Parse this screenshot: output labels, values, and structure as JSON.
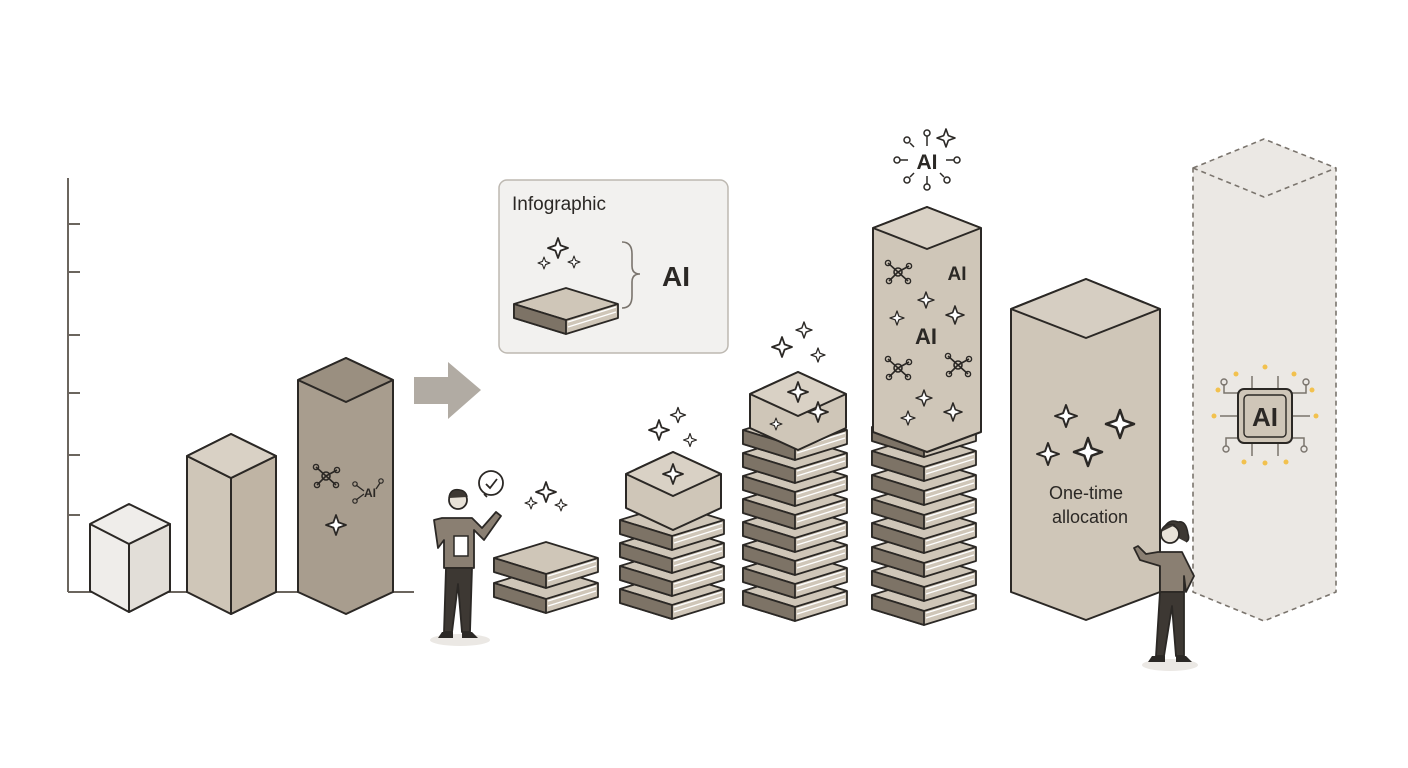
{
  "legend_box": {
    "title": "Infographic",
    "ai_text": "AI"
  },
  "columns": {
    "stack5": {
      "labels": [
        "AI",
        "AI"
      ]
    },
    "tower_solid": {
      "label_line1": "One-time",
      "label_line2": "allocation"
    },
    "chip": {
      "label": "AI"
    }
  },
  "crown_label": "AI",
  "bar3_badge": "AI",
  "colors": {
    "outline": "#2b2825",
    "light": "#efedea",
    "sand": "#cfc6b8",
    "taupe": "#a89d8e",
    "dark": "#7d7366",
    "ghost": "#ebe8e4",
    "glow": "#f2c14e"
  },
  "icons": [
    "sparkle-icon",
    "network-icon",
    "book-icon",
    "chip-icon",
    "arrow-icon",
    "checkmark-icon",
    "person-icon"
  ]
}
